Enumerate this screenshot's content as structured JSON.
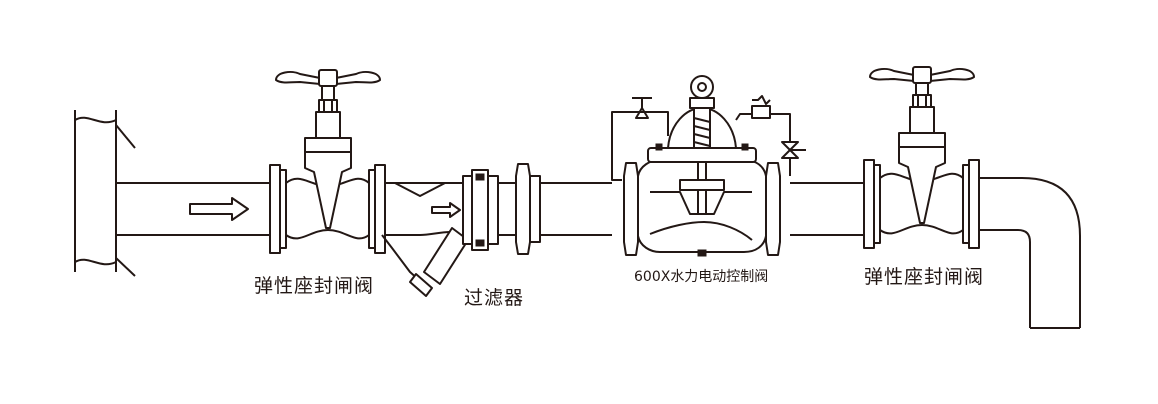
{
  "diagram": {
    "line_color": "#231815",
    "background": "#ffffff",
    "labels": {
      "gate_valve_inlet": "弹性座封闸阀",
      "strainer": "过滤器",
      "control_valve": "600X水力电动控制阀",
      "gate_valve_outlet": "弹性座封闸阀"
    }
  }
}
